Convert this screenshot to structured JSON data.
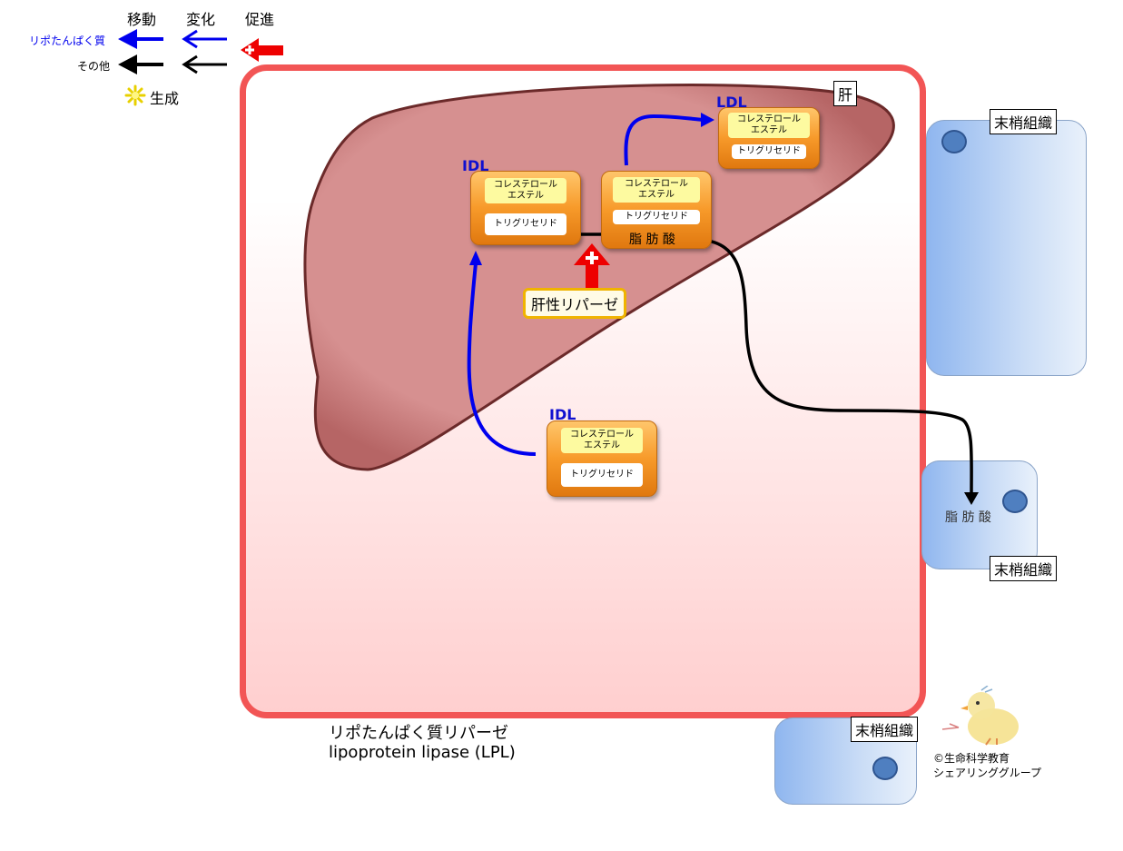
{
  "legend": {
    "headers": {
      "move": "移動",
      "change": "変化",
      "promote": "促進"
    },
    "rows": [
      {
        "label": "リポたんぱく質",
        "color": "#0000ee"
      },
      {
        "label": "その他",
        "color": "#000000"
      }
    ],
    "generate_label": "生成",
    "promote_symbol": "+"
  },
  "liver": {
    "label": "肝"
  },
  "tissues": {
    "label": "末梢組織"
  },
  "particles": {
    "ldl_label": "LDL",
    "idl_label": "IDL",
    "cholesterol_ester": "コレステロール\nエステル",
    "cholesterol_ester_line1": "コレステロール",
    "cholesterol_ester_line2": "エステル",
    "triglyceride": "トリグリセリド",
    "fatty_acid": "脂 肪 酸"
  },
  "enzymes": {
    "hepatic_lipase": "肝性リパーゼ",
    "lpl_jp": "リポたんぱく質リパーゼ",
    "lpl_en": "lipoprotein lipase (LPL)",
    "promote_symbol": "+"
  },
  "credit": {
    "line1": "©生命科学教育",
    "line2": "シェアリンググループ"
  },
  "colors": {
    "lipoprotein_arrow": "#0000ee",
    "other_arrow": "#000000",
    "promote_arrow": "#ee0000",
    "liver_border": "#f25555",
    "liver_organ": "#d69090"
  }
}
